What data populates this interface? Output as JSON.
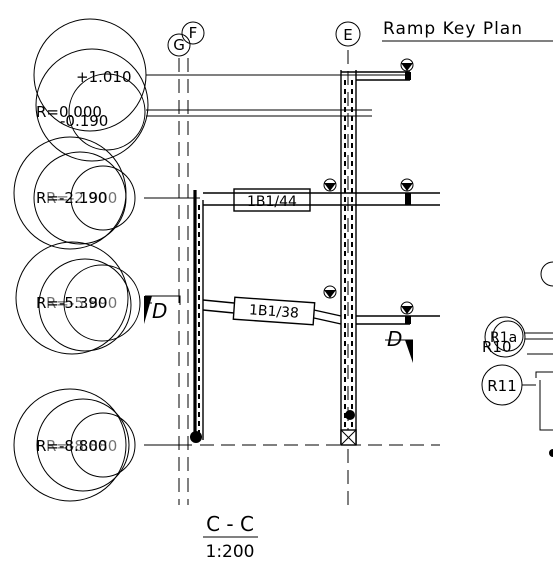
{
  "header": {
    "key_plan_title": "Ramp Key Plan"
  },
  "grid_bubbles": [
    {
      "id": "grid-g",
      "label": "G"
    },
    {
      "id": "grid-f",
      "label": "F"
    },
    {
      "id": "grid-e",
      "label": "E"
    }
  ],
  "levels": [
    {
      "label_a": "+1.010",
      "label_b": ""
    },
    {
      "label_a": "R=0.000",
      "label_b": "-0.190"
    },
    {
      "label_a": "R=-2.190",
      "label_b": "R=-2.900"
    },
    {
      "label_a": "R=-5.390",
      "label_b": "R=-5.890"
    },
    {
      "label_a": "R=-8.800",
      "label_b": "R=-8.880"
    }
  ],
  "ramp_tags": {
    "upper": "1B1/44",
    "lower": "1B1/38"
  },
  "section_markers": {
    "left": "D",
    "right": "D"
  },
  "key_plan_tags": {
    "r1a": "R1a",
    "r10": "R10",
    "r11": "R11"
  },
  "section_title": {
    "name": "C - C",
    "scale": "1:200"
  }
}
